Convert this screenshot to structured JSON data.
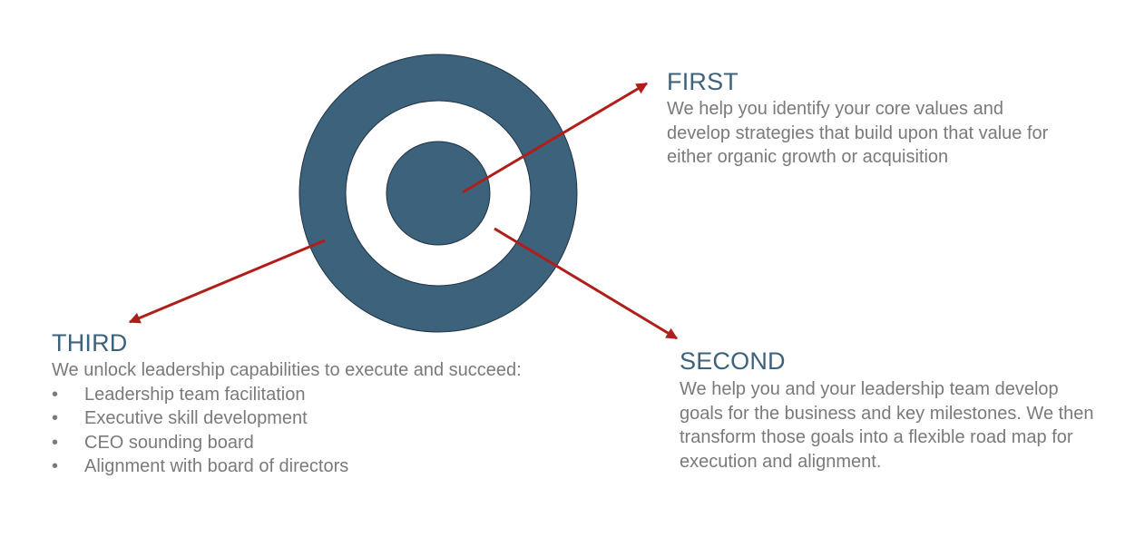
{
  "colors": {
    "ring": "#3d627c",
    "ring_stroke": "#1f3344",
    "inner": "#ffffff",
    "arrow": "#b01e1a",
    "heading": "#3d627c",
    "text": "#7a7a7a"
  },
  "first": {
    "title": "FIRST",
    "body": "We help you identify your core values and develop strategies that build upon that value for either organic growth or acquisition"
  },
  "second": {
    "title": "SECOND",
    "body": "We help you and your leadership team develop goals for the business and key milestones.  We then transform those goals into a flexible road map for execution and alignment."
  },
  "third": {
    "title": "THIRD",
    "body": "We unlock leadership capabilities to execute and succeed:",
    "bullet_char": "•",
    "bullets": [
      "Leadership team facilitation",
      "Executive skill development",
      "CEO sounding board",
      "Alignment with board of directors"
    ]
  }
}
